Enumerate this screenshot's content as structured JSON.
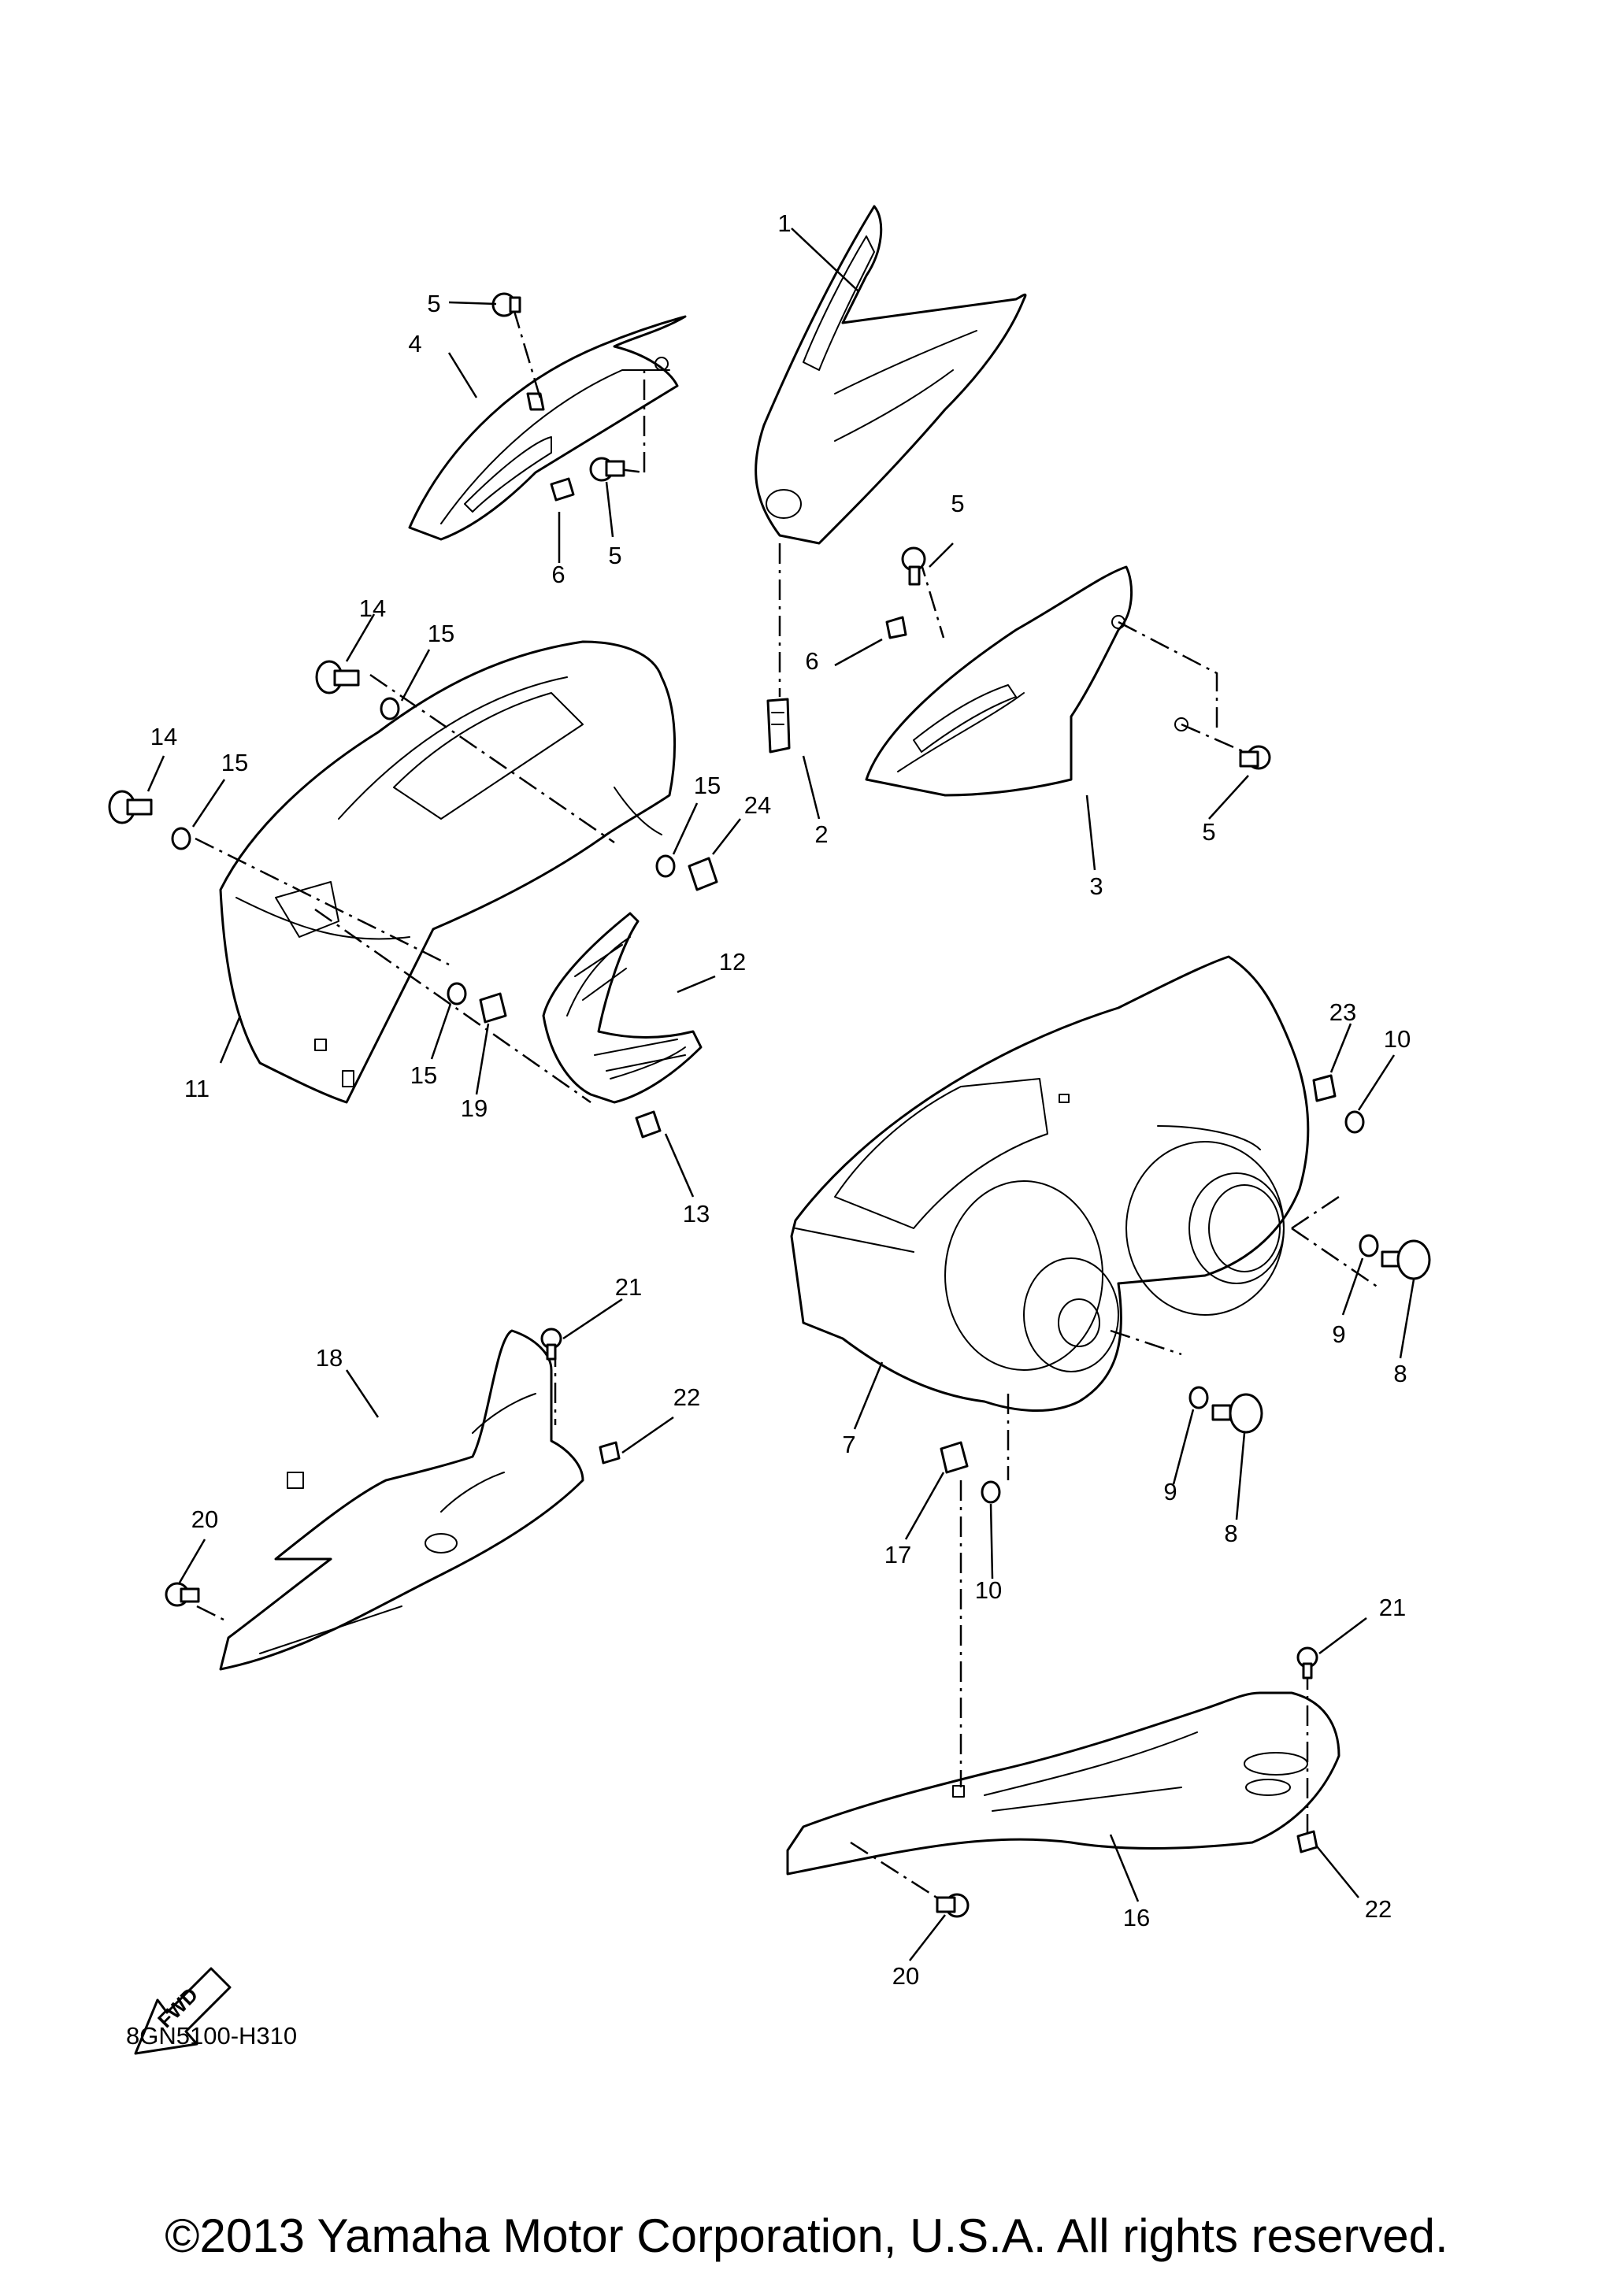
{
  "diagram": {
    "callouts": [
      "1",
      "2",
      "3",
      "4",
      "5",
      "5",
      "5",
      "5",
      "6",
      "6",
      "7",
      "8",
      "8",
      "9",
      "9",
      "10",
      "10",
      "11",
      "12",
      "13",
      "14",
      "14",
      "15",
      "15",
      "15",
      "15",
      "16",
      "17",
      "18",
      "19",
      "20",
      "20",
      "21",
      "21",
      "22",
      "22",
      "23",
      "24"
    ],
    "fwd_label": "FWD"
  },
  "footer": {
    "code": "8GN5100-H310",
    "copyright": "©2013 Yamaha Motor Corporation, U.S.A. All rights reserved."
  }
}
